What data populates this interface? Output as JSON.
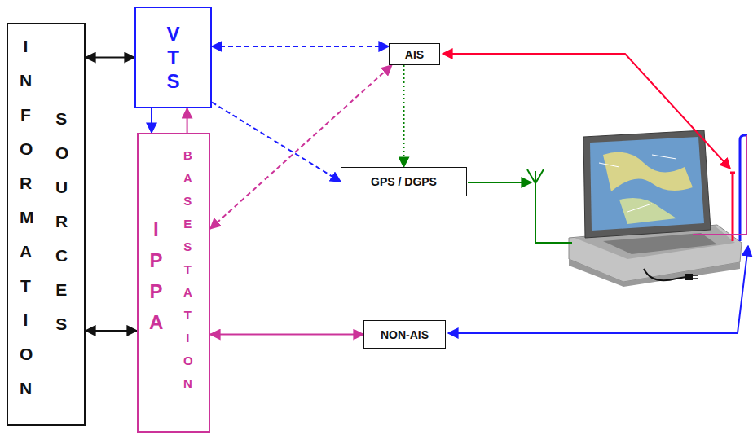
{
  "diagram": {
    "nodes": [
      {
        "text": [
          "INFORMATION",
          "SOURCES"
        ]
      },
      {
        "text": [
          "VTS"
        ]
      },
      {
        "text": [
          "IPPA",
          "BASE STATION"
        ]
      },
      {
        "text": [
          "AIS"
        ]
      },
      {
        "text": [
          "GPS / DGPS"
        ]
      },
      {
        "text": [
          "NON-AIS"
        ]
      }
    ],
    "edges": [
      {
        "from": 0,
        "to": 1,
        "arrow": "both"
      },
      {
        "from": 0,
        "to": 2,
        "arrow": "both"
      },
      {
        "from": 1,
        "to": 2,
        "arrow": "to"
      },
      {
        "from": 2,
        "to": 1,
        "arrow": "to"
      },
      {
        "from": 1,
        "to": 3,
        "arrow": "both"
      },
      {
        "from": 2,
        "to": 3,
        "arrow": "both"
      },
      {
        "from": 1,
        "to": 4,
        "arrow": "to"
      },
      {
        "from": 3,
        "to": 4,
        "arrow": "to"
      },
      {
        "from": 2,
        "to": 5,
        "arrow": "both"
      }
    ]
  }
}
